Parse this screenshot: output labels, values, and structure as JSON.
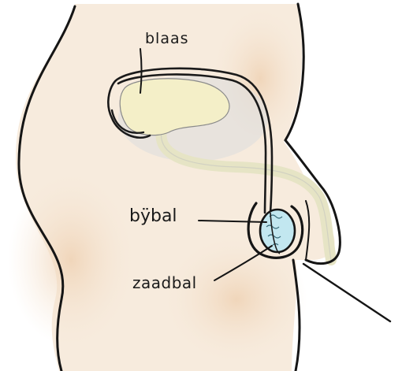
{
  "labels": {
    "bladder": "blaas",
    "epididymis": "bÿbal",
    "testis": "zaadbal"
  },
  "colors": {
    "skin": "#f6e7d6",
    "skin_shadow": "#efd3b6",
    "outline": "#151515",
    "bladder_fill": "#f4efc8",
    "bladder_shadow": "#d9d9d9",
    "epididymis_fill": "#b9e3ee"
  }
}
